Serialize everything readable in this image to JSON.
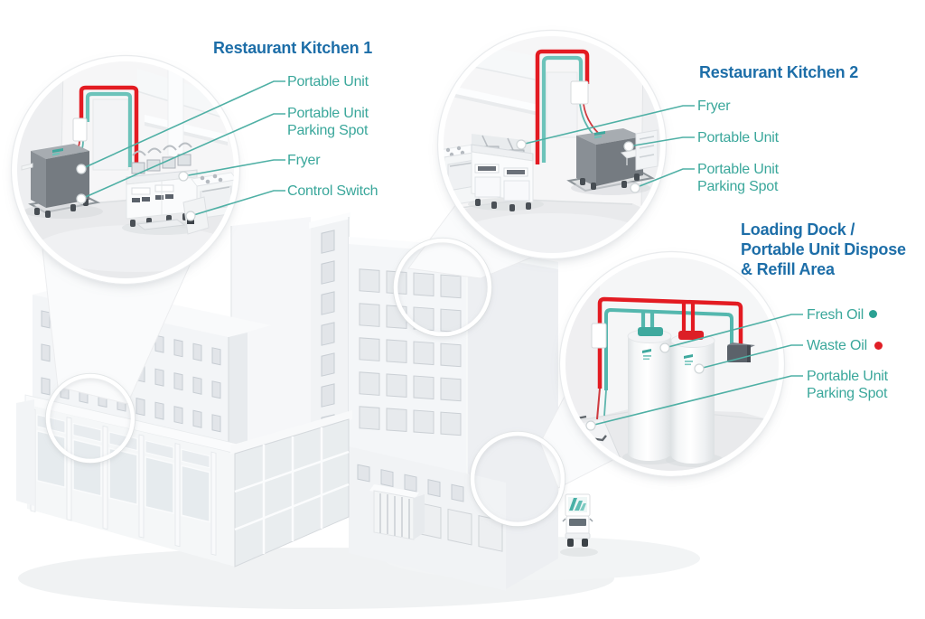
{
  "colors": {
    "title_blue": "#1d6ea8",
    "label_teal": "#3aa79b",
    "leader_line": "#4fb0a5",
    "fresh_oil_pipe": "#54b7ae",
    "waste_oil_pipe": "#e31b22",
    "fresh_oil_dot": "#2ba193",
    "waste_oil_dot": "#e01f26"
  },
  "kitchen1": {
    "title": "Restaurant Kitchen 1",
    "labels": [
      {
        "text": "Portable Unit"
      },
      {
        "text": "Portable Unit\nParking Spot"
      },
      {
        "text": "Fryer"
      },
      {
        "text": "Control Switch"
      }
    ]
  },
  "kitchen2": {
    "title": "Restaurant Kitchen 2",
    "labels": [
      {
        "text": "Fryer"
      },
      {
        "text": "Portable Unit"
      },
      {
        "text": "Portable Unit\nParking Spot"
      }
    ]
  },
  "loading_dock": {
    "title": "Loading Dock /\nPortable Unit Dispose\n& Refill Area",
    "labels": [
      {
        "text": "Fresh Oil"
      },
      {
        "text": "Waste Oil"
      },
      {
        "text": "Portable Unit\nParking Spot"
      }
    ]
  }
}
